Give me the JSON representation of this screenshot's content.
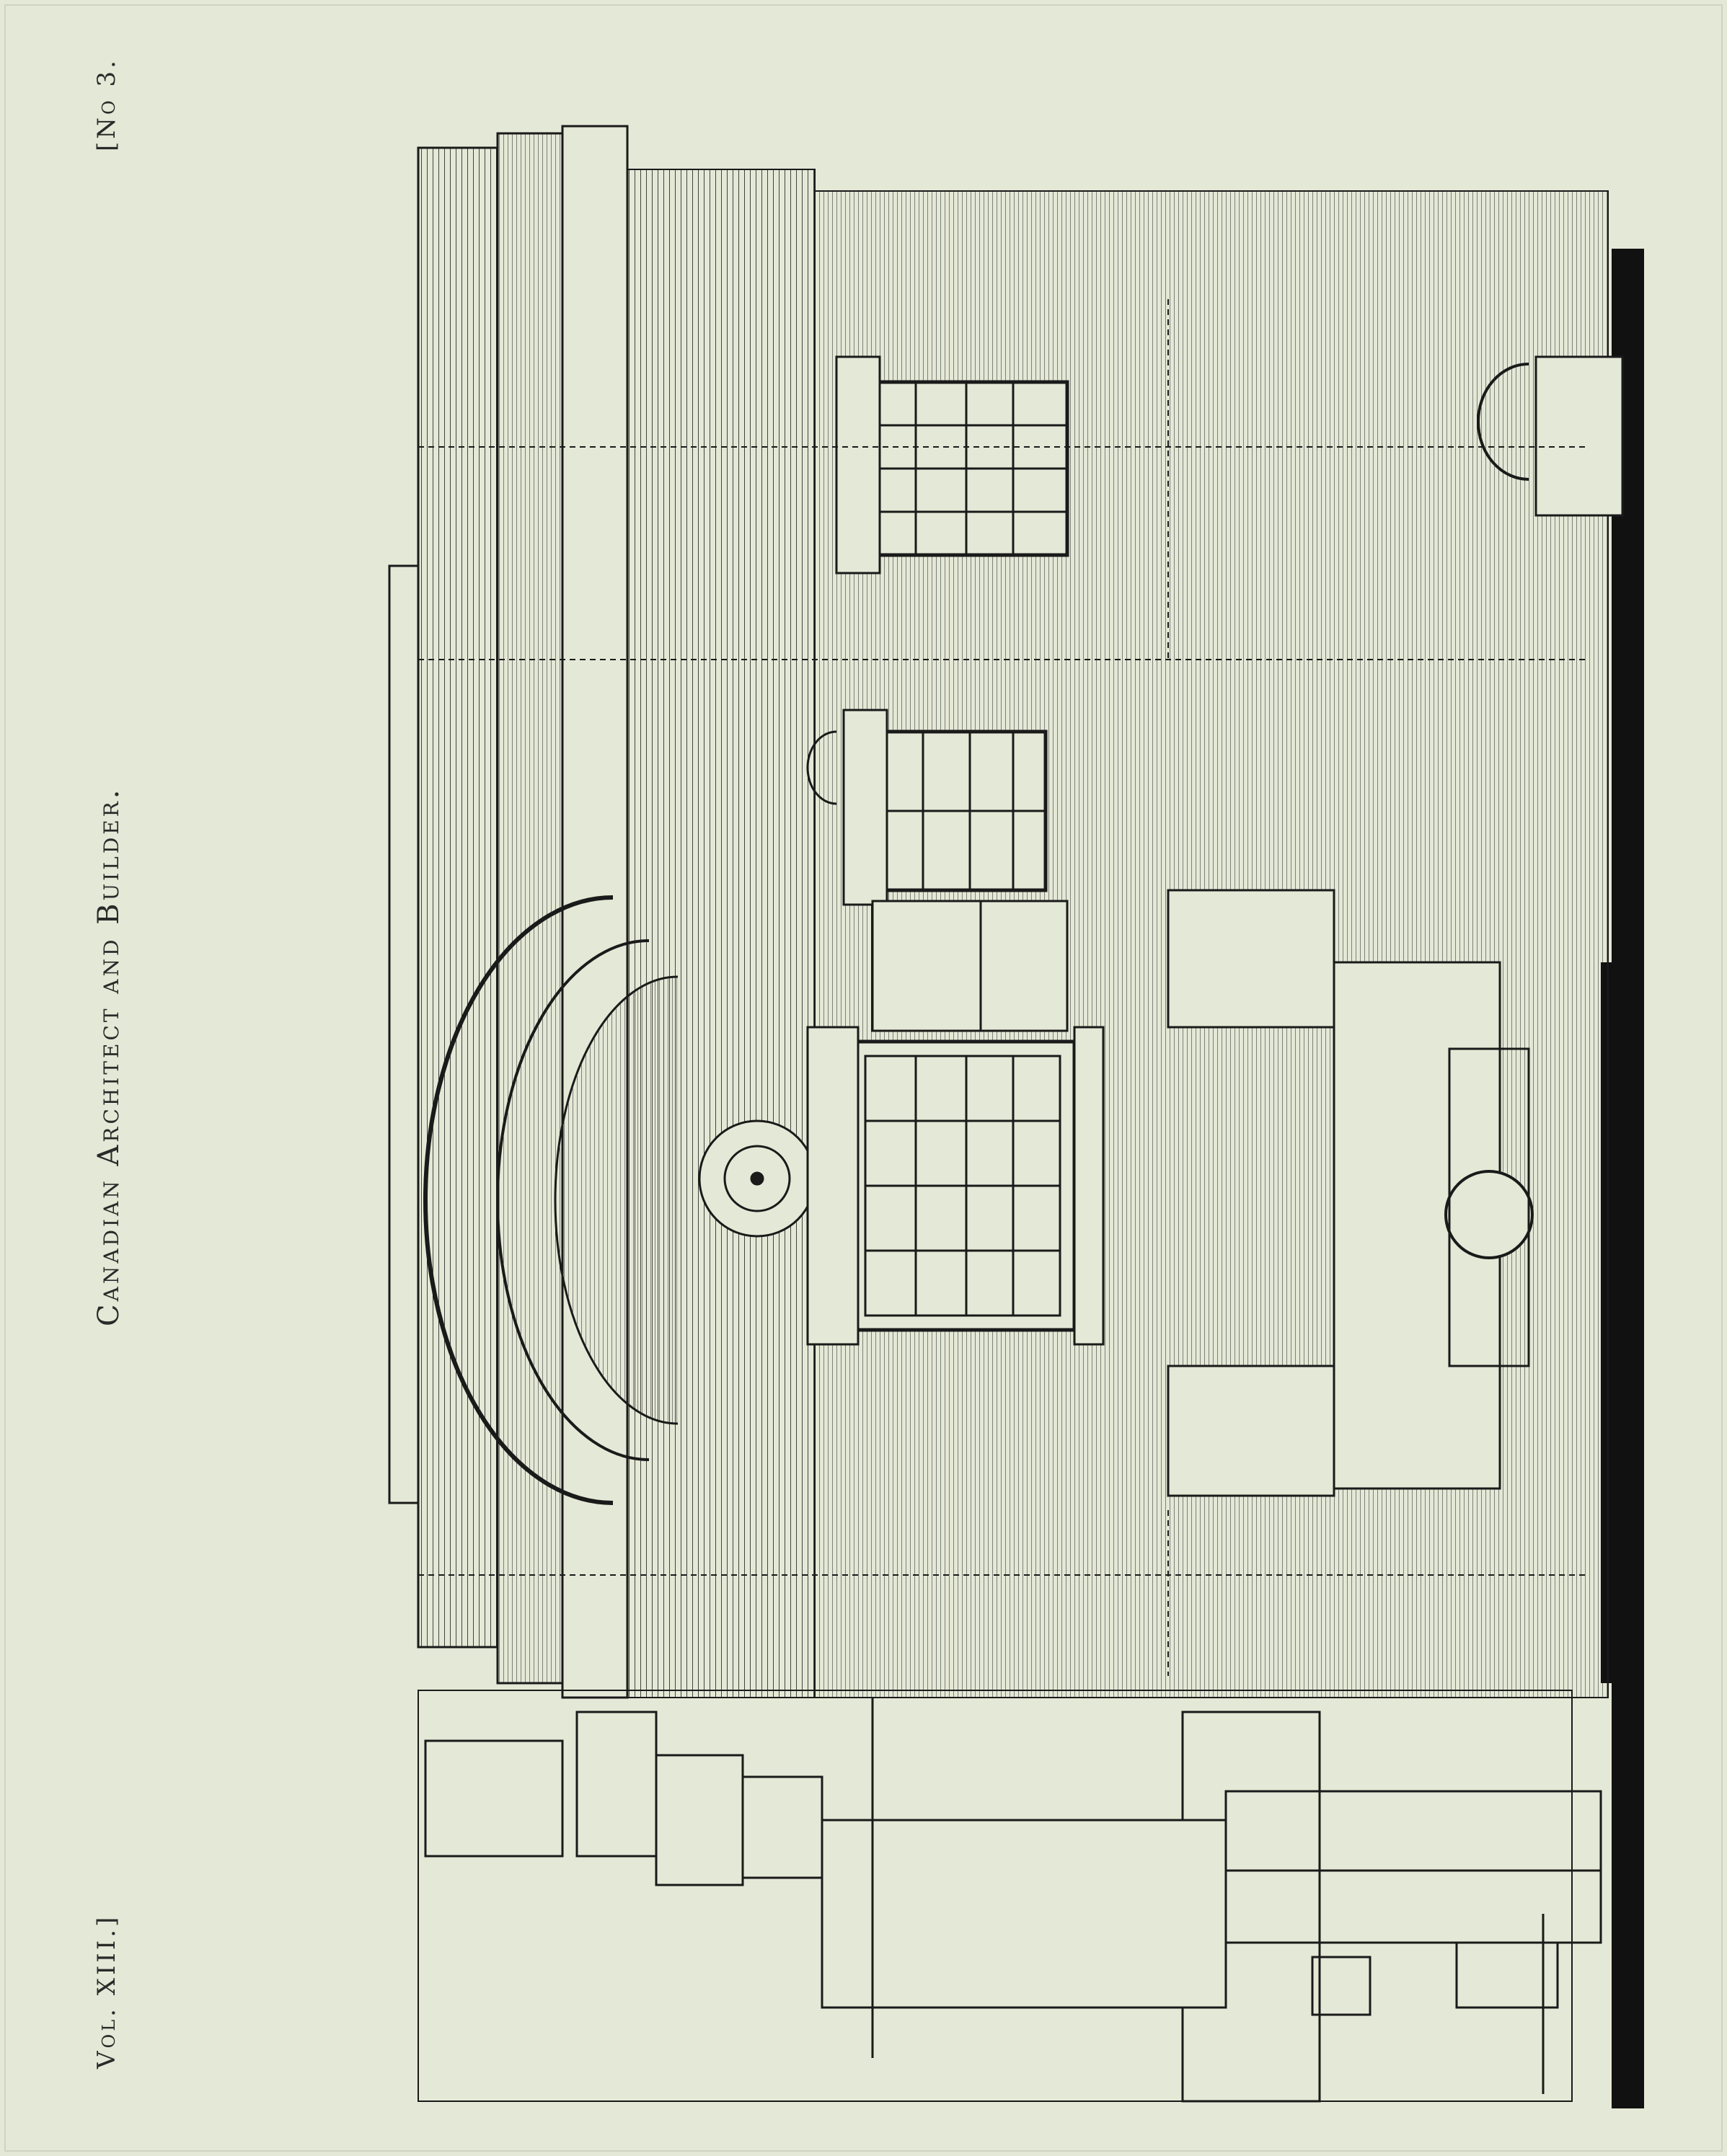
{
  "header": {
    "publication_title": "Canadian Architect and Builder.",
    "volume": "Vol. XIII.]",
    "issue": "[No 3."
  },
  "drawing": {
    "description_icon": "architectural-elevation-drawing",
    "ink_color": "#1a1a1a",
    "paper_color": "#e4e8d6"
  }
}
